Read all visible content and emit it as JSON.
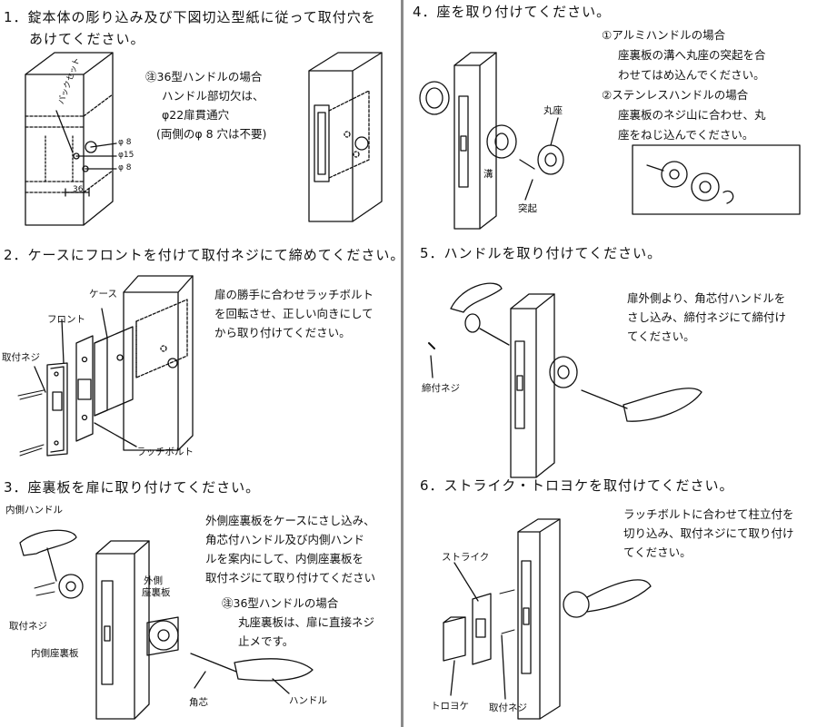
{
  "steps": {
    "s1": {
      "line1": "1．錠本体の彫り込み及び下図切込型紙に従って取付穴を",
      "line2": "あけてください。"
    },
    "s2": {
      "title": "2．ケースにフロントを付けて取付ネジにて締めてください。"
    },
    "s3": {
      "title": "3．座裏板を扉に取り付けてください。"
    },
    "s4": {
      "title": "4．座を取り付けてください。"
    },
    "s5": {
      "title": "5．ハンドルを取り付けてください。"
    },
    "s6": {
      "title": "6．ストライク・トロヨケを取付けてください。"
    }
  },
  "notes": {
    "n1": [
      "㊟36型ハンドルの場合",
      "ハンドル部切欠は、",
      "φ22扉貫通穴",
      "(両側のφ 8 穴は不要)"
    ],
    "n2": [
      "扉の勝手に合わせラッチボルト",
      "を回転させ、正しい向きにして",
      "から取り付けてください。"
    ],
    "n3": [
      "外側座裏板をケースにさし込み、",
      "角芯付ハンドル及び内側ハンド",
      "ルを案内にして、内側座裏板を",
      "取付ネジにて取り付けてください"
    ],
    "n3b": [
      "㊟36型ハンドルの場合",
      "丸座裏板は、扉に直接ネジ",
      "止メです。"
    ],
    "n4": [
      "①アルミハンドルの場合",
      "座裏板の溝へ丸座の突起を合",
      "わせてはめ込んでください。",
      "②ステンレスハンドルの場合",
      "座裏板のネジ山に合わせ、丸",
      "座をねじ込んでください。"
    ],
    "n5": [
      "扉外側より、角芯付ハンドルを",
      "さし込み、締付ネジにて締付け",
      "てください。"
    ],
    "n6": [
      "ラッチボルトに合わせて柱立付を",
      "切り込み、取付ネジにて取り付け",
      "てください。"
    ]
  },
  "labels": {
    "backset": "バックセット",
    "d8a": "φ 8",
    "d15": "φ15",
    "d8b": "φ 8",
    "dim36": "36",
    "case": "ケース",
    "front": "フロント",
    "screw2": "取付ネジ",
    "latch": "ラッチボルト",
    "inner_handle": "内側ハンドル",
    "screw3": "取付ネジ",
    "inner_plate": "内側座裏板",
    "outer_plate_1": "外側",
    "outer_plate_2": "座裏板",
    "spindle": "角芯",
    "handle": "ハンドル",
    "rose": "丸座",
    "groove": "溝",
    "protrusion": "突起",
    "set_screw": "締付ネジ",
    "strike": "ストライク",
    "guard": "トロヨケ",
    "screw6": "取付ネジ"
  },
  "colors": {
    "ink": "#111111",
    "divider": "#8a8a8a",
    "paper": "#ffffff"
  }
}
